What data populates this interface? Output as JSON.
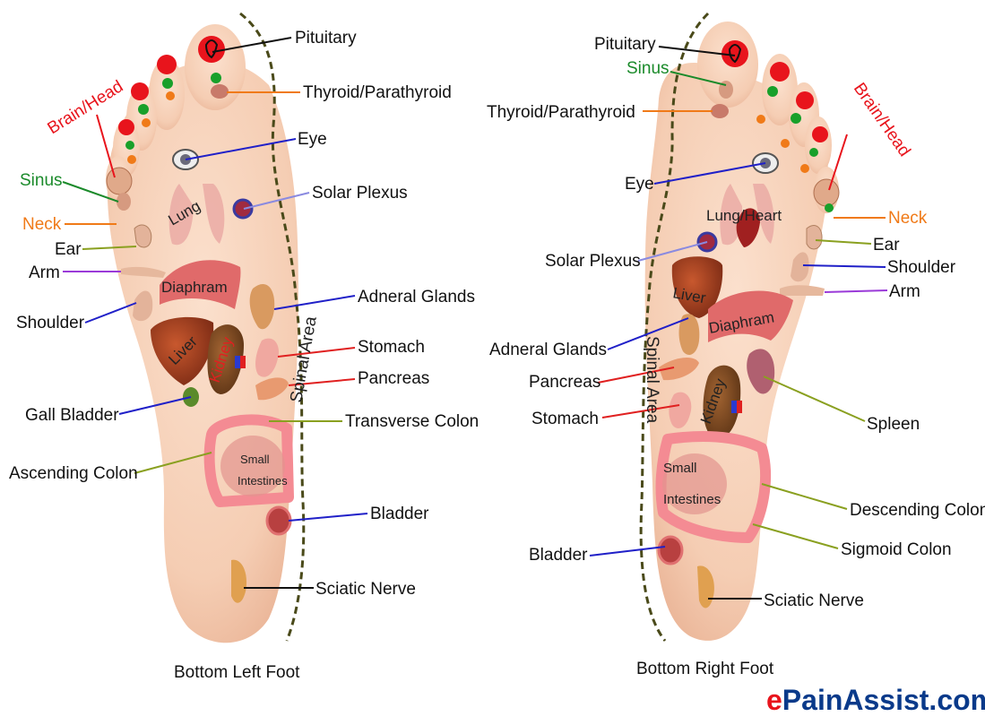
{
  "left_foot": {
    "caption": "Bottom Left Foot",
    "spinal_label": "Spinal Area",
    "labels": {
      "pituitary": "Pituitary",
      "thyroid": "Thyroid/Parathyroid",
      "brain": "Brain/Head",
      "eye": "Eye",
      "sinus": "Sinus",
      "solar": "Solar Plexus",
      "neck": "Neck",
      "ear": "Ear",
      "arm": "Arm",
      "shoulder": "Shoulder",
      "adrenal": "Adneral Glands",
      "stomach": "Stomach",
      "pancreas": "Pancreas",
      "gall": "Gall Bladder",
      "transverse": "Transverse Colon",
      "ascending": "Ascending Colon",
      "bladder": "Bladder",
      "sciatic": "Sciatic Nerve"
    },
    "organ_labels": {
      "lung": "Lung",
      "diaphram": "Diaphram",
      "liver": "Liver",
      "kidney": "Kidney",
      "small": "Small",
      "intestines": "Intestines"
    }
  },
  "right_foot": {
    "caption": "Bottom Right Foot",
    "spinal_label": "Spinal Area",
    "labels": {
      "pituitary": "Pituitary",
      "sinus": "Sinus",
      "thyroid": "Thyroid/Parathyroid",
      "brain": "Brain/Head",
      "eye": "Eye",
      "solar": "Solar Plexus",
      "neck": "Neck",
      "ear": "Ear",
      "shoulder": "Shoulder",
      "arm": "Arm",
      "adrenal": "Adneral Glands",
      "pancreas": "Pancreas",
      "stomach": "Stomach",
      "spleen": "Spleen",
      "descending": "Descending Colon",
      "sigmoid": "Sigmoid Colon",
      "bladder": "Bladder",
      "sciatic": "Sciatic Nerve"
    },
    "organ_labels": {
      "lung_heart": "Lung/Heart",
      "liver": "Liver",
      "diaphram": "Diaphram",
      "kidney": "Kidney",
      "small": "Small",
      "intestines": "Intestines"
    }
  },
  "watermark": {
    "e": "e",
    "rest": "PainAssist.com"
  },
  "colors": {
    "skin": "#f7d4bd",
    "red_dot": "#e8141c",
    "green_dot": "#18a02a",
    "orange_dot": "#f07a18",
    "black_line": "#111111",
    "orange_line": "#f07a18",
    "blue_line": "#2020c8",
    "light_blue_line": "#8a8ae0",
    "green_line": "#1a8a2a",
    "olive_line": "#8aa020",
    "purple_line": "#9a3ad8",
    "red_line": "#e02020",
    "brain_label": "#e8141c",
    "sinus_label": "#1a8a2a",
    "neck_label": "#f07a18",
    "colon": "#f48b93",
    "watermark": "#0a3a8a"
  }
}
